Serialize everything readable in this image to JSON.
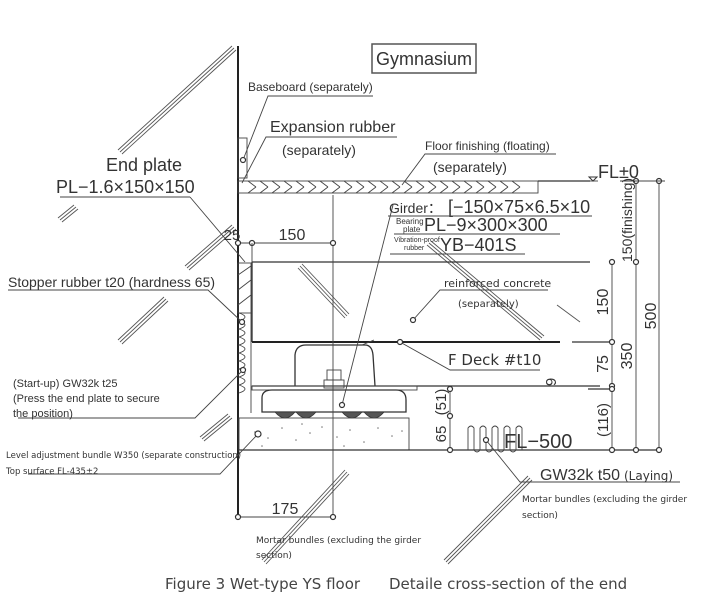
{
  "title_box": "Gymnasium",
  "labels": {
    "baseboard": "Baseboard (separately)",
    "expansion_rubber": "Expansion rubber",
    "expansion_rubber_sub": "(separately)",
    "floor_finishing": "Floor finishing (floating)",
    "floor_finishing_sub": "(separately)",
    "end_plate": "End plate",
    "end_plate_spec": "PL−1.6×150×150",
    "girder_label": "Girder：",
    "girder_spec": "[−150×75×6.5×10",
    "bearing_plate_label_1": "Bearing",
    "bearing_plate_label_2": "plate",
    "bearing_plate_spec": "PL−9×300×300",
    "vibration_label_1": "Vibration-proof",
    "vibration_label_2": "rubber",
    "vibration_spec": "YB−401S",
    "stopper_rubber": "Stopper rubber t20 (hardness 65)",
    "reinforced_concrete": "reinforced concrete",
    "reinforced_concrete_sub": "(separately)",
    "f_deck": "F Deck #t10",
    "startup_1": "(Start-up) GW32k t25",
    "startup_2": "(Press the end plate to secure",
    "startup_3": "the position)",
    "level_adjust": "Level adjustment bundle W350 (separate construction)",
    "top_surface": "Top surface FL-435±2",
    "fl_500": "FL−500",
    "gw32k_t50": "GW32k t50",
    "laying": "(Laying)",
    "mortar_right_1": "Mortar bundles (excluding the girder",
    "mortar_right_2": "section)",
    "mortar_left_1": "Mortar bundles (excluding the girder",
    "mortar_left_2": "section)",
    "fl_zero": "FL±0"
  },
  "dimensions": {
    "d25": "25",
    "d150_top": "150",
    "d150_finishing": "150(finishing)",
    "d150_right": "150",
    "d75": "75",
    "d116": "(116)",
    "d350": "350",
    "d500": "500",
    "d65": "65",
    "d51": "(51)",
    "d9": "9",
    "d175": "175"
  },
  "caption": {
    "part1": "Figure 3 Wet-type YS floor",
    "part2": "Detaile cross-section of the end"
  }
}
